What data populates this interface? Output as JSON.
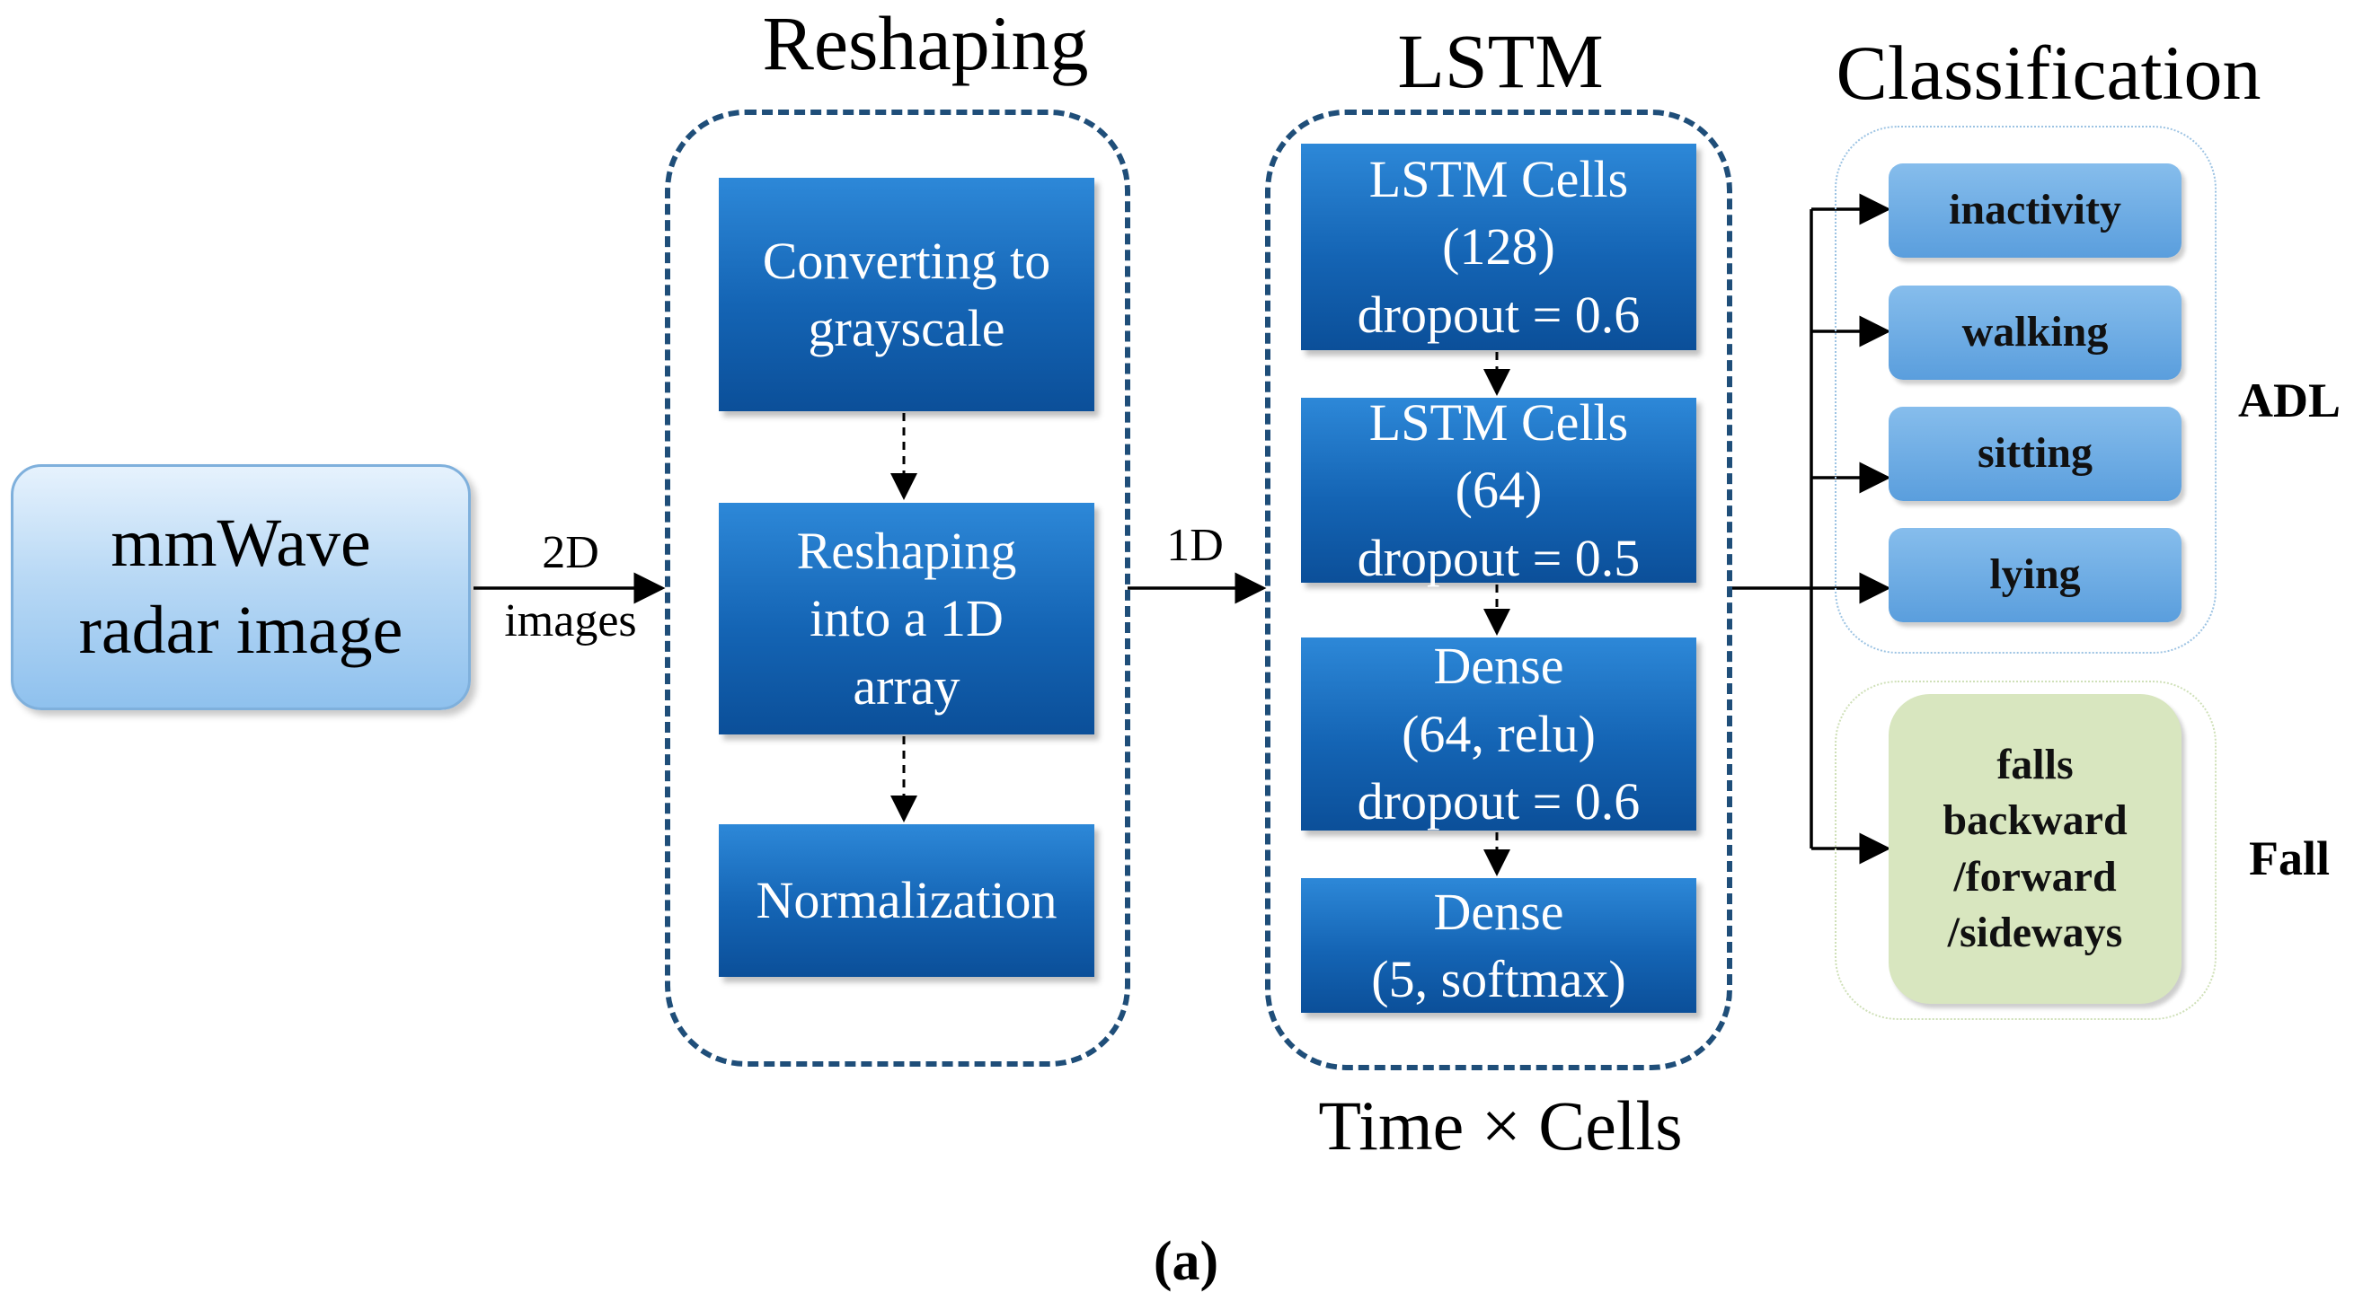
{
  "headings": {
    "reshaping": "Reshaping",
    "lstm": "LSTM",
    "classification": "Classification"
  },
  "source": {
    "line1": "mmWave",
    "line2": "radar image"
  },
  "edges": {
    "source_to_reshaping": {
      "line1": "2D",
      "line2": "images"
    },
    "reshaping_to_lstm": "1D"
  },
  "reshaping_blocks": [
    {
      "line1": "Converting to",
      "line2": "grayscale"
    },
    {
      "line1": "Reshaping",
      "line2": "into a 1D",
      "line3": "array"
    },
    {
      "line1": "Normalization"
    }
  ],
  "lstm_blocks": [
    {
      "line1": "LSTM Cells",
      "line2": "(128)",
      "line3": "dropout = 0.6"
    },
    {
      "line1": "LSTM Cells",
      "line2": "(64)",
      "line3": "dropout = 0.5"
    },
    {
      "line1": "Dense",
      "line2": "(64, relu)",
      "line3": "dropout = 0.6"
    },
    {
      "line1": "Dense",
      "line2": "(5, softmax)"
    }
  ],
  "lstm_footer": "Time × Cells",
  "classes": {
    "adl_label": "ADL",
    "adl": [
      "inactivity",
      "walking",
      "sitting",
      "lying"
    ],
    "fall_label": "Fall",
    "fall": {
      "line1": "falls",
      "line2": "backward",
      "line3": "/forward",
      "line4": "/sideways"
    }
  },
  "caption": "(a)",
  "colors": {
    "block_blue": "#1464b4",
    "dashed_border": "#1f4e79",
    "source_fill": "#b9d9f5",
    "adl_fill": "#6aa9e2",
    "fall_fill": "#d8e6bf"
  }
}
